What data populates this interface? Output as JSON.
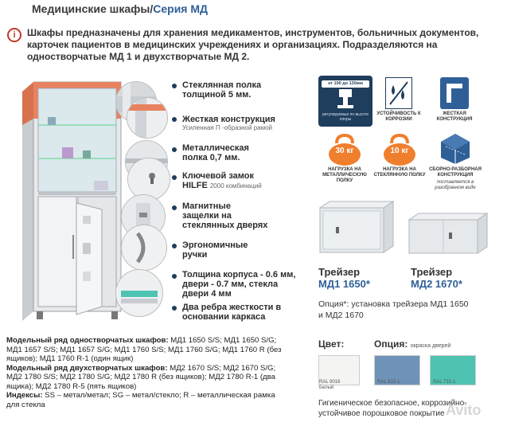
{
  "header": {
    "title": "Медицинские шкафы",
    "separator": "/",
    "series": "Серия МД"
  },
  "intro": "Шкафы предназначены для хранения медикаментов, инструментов, больничных документов, карточек пациентов в медицинских учреждениях и организациях. Подразделяются на одностворчатые МД 1 и двухстворчатые МД 2.",
  "features": [
    {
      "title": "Стеклянная полка толщиной 5 мм.",
      "note": ""
    },
    {
      "title": "Жесткая конструкция",
      "note": "Усиленная П -образной рамой"
    },
    {
      "title": "Металлическая полка 0,7 мм.",
      "note": ""
    },
    {
      "title": "Ключевой замок",
      "title2": "HILFE",
      "note": "2000 комбинаций"
    },
    {
      "title": "Магнитные защелки на стеклянных дверях",
      "note": ""
    },
    {
      "title": "Эргономичные ручки",
      "note": ""
    },
    {
      "title": "Толщина корпуса - 0.6 мм, двери - 0.7 мм, стекла двери 4 мм",
      "note": ""
    },
    {
      "title": "Два ребра жесткости в основании каркаса",
      "note": ""
    }
  ],
  "icons": [
    {
      "name": "adjustable-feet",
      "label": "",
      "box_top": "от 100 до 130мм",
      "box_note": "регулируемые по высоте опоры"
    },
    {
      "name": "corrosion",
      "label": "УСТОЙЧИВОСТЬ К КОРРОЗИИ"
    },
    {
      "name": "rigid",
      "label": "ЖЕСТКАЯ КОНСТРУКЦИЯ"
    },
    {
      "name": "load-metal",
      "weight": "30 кг",
      "label": "НАГРУЗКА НА МЕТАЛЛИЧЕСКУЮ ПОЛКУ"
    },
    {
      "name": "load-glass",
      "weight": "10 кг",
      "label": "НАГРУЗКА НА СТЕКЛЯННУЮ ПОЛКУ"
    },
    {
      "name": "assembly",
      "label": "СБОРНО-РАЗБОРНАЯ КОНСТРУКЦИЯ",
      "note": "поставляется в разобранном виде"
    }
  ],
  "safes": [
    {
      "word": "Трейзер",
      "model": "МД1 1650",
      "star": "*"
    },
    {
      "word": "Трейзер",
      "model": "МД2 1670",
      "star": "*"
    }
  ],
  "option_note": "Опция*: установка трейзера МД1 1650 и МД2 1670",
  "models": {
    "single_label": "Модельный ряд одностворчатых шкафов:",
    "single_text": " МД1 1650 S/S; МД1 1650 S/G; МД1 1657 S/S; МД1 1657 S/G; МД1 1760 S/S; МД1 1760 S/G; МД1 1760 R (без ящиков); МД1 1760 R-1 (один ящик)",
    "double_label": "Модельный ряд двухстворчатых шкафов:",
    "double_text": " МД2 1670 S/S; МД2 1670 S/G; МД2 1780 S/S; МД2 1780 S/G; МД2 1780 R (без ящиков); МД2 1780 R-1 (два ящика); МД2 1780 R-5 (пять ящиков)",
    "index_label": "Индексы:",
    "index_text": " SS – метал/метал; SG – метал/стекло; R – металлическая рамка для стекла"
  },
  "colors": {
    "label": "Цвет:",
    "option_label": "Опция:",
    "option_note": "окраска дверей",
    "swatches": [
      {
        "hex": "#f4f4f2",
        "ral": "RAL 9016",
        "name": "Белый"
      },
      {
        "hex": "#6f93b8",
        "ral": "RAL 610-1",
        "name": ""
      },
      {
        "hex": "#4fc3b1",
        "ral": "RAL 710-1",
        "name": ""
      }
    ]
  },
  "footer": "Гигиеническое безопасное, коррозийно-устойчивое порошковое покрытие",
  "watermark": "Avito",
  "palette": {
    "accent": "#e8825e",
    "navy": "#1f3d5c",
    "orange": "#ef7f2d",
    "blue": "#2f5f97"
  }
}
